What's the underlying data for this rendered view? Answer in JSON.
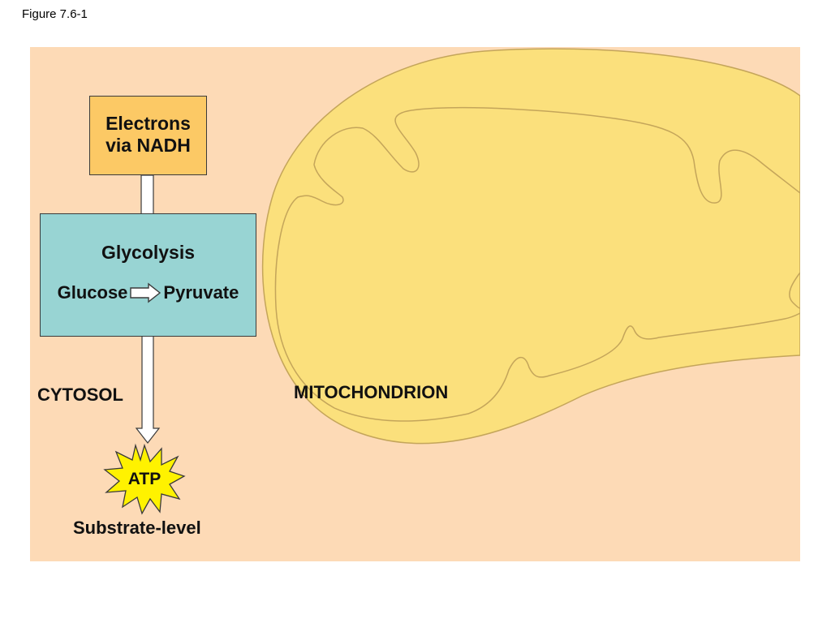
{
  "figure_label": "Figure 7.6-1",
  "boxes": {
    "nadh_line1": "Electrons",
    "nadh_line2": "via NADH",
    "glycolysis_title": "Glycolysis",
    "glucose": "Glucose",
    "pyruvate": "Pyruvate"
  },
  "labels": {
    "cytosol": "CYTOSOL",
    "mitochondrion": "MITOCHONDRION",
    "atp": "ATP",
    "substrate_level": "Substrate-level"
  },
  "colors": {
    "background_panel": "#fddab6",
    "nadh_box": "#fcc965",
    "glycolysis_box": "#98d4d3",
    "mitochondrion_fill": "#fbe07c",
    "atp_burst": "#fff200"
  }
}
